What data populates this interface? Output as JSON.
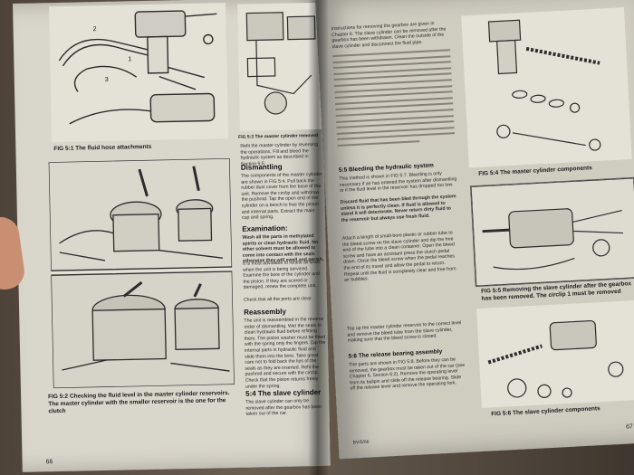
{
  "left_page": {
    "page_number": "66",
    "fig1_caption": "FIG 5:1 The fluid hose attachments",
    "fig2_caption": "FIG 5:2 Checking the fluid level in the master cylinder reservoirs. The master cylinder with the smaller reservoir is the one for the clutch",
    "fig3_caption": "FIG 5:3 The master cylinder removed",
    "col_intro": "Refit the master cylinder by reversing the operations. Fill and bleed the hydraulic system as described in Section 5:5.",
    "heading_dismantling": "Dismantling",
    "col_dismantling": "The components of the master cylinder are shown in FIG 5:4. Pull back the rubber dust cover from the base of the unit. Remove the circlip and withdraw the pushrod. Tap the open end of the cylinder on a bench to free the piston and internal parts. Extract the main cup and spring.",
    "heading_examination": "Examination:",
    "col_examination": "Wash all the parts in methylated spirits or clean hydraulic fluid. No other solvent must be allowed to come into contact with the seals otherwise they will swell and perish.",
    "col_examination2": "It is most advisable to renew all seals when the unit is being serviced. Examine the bore of the cylinder and the piston. If they are scored or damaged, renew the complete unit.",
    "col_check": "Check that all the ports are clear.",
    "heading_reassembly": "Reassembly",
    "col_reassembly": "The unit is reassembled in the reverse order of dismantling. Wet the seals in clean hydraulic fluid before refitting them. The piston washer must be fitted with the spring only the fingers. Dip the internal parts in hydraulic fluid and slide them into the bore. Take great care not to fold back the lips of the seals as they are inserted. Refit the pushrod and secure with the circlip. Check that the piston returns freely under the spring.",
    "heading_slave": "5:4 The slave cylinder",
    "col_slave": "The slave cylinder can only be removed after the gearbox has been taken out of the car."
  },
  "right_page": {
    "page_number": "67",
    "col_intro": "Instructions for removing the gearbox are given in Chapter 6. The slave cylinder can be removed after the gearbox has been withdrawn. Clean the outside of the slave cylinder and disconnect the fluid pipe.",
    "heading_bleeding": "5:5 Bleeding the hydraulic system",
    "col_bleeding": "This method is shown in FIG 5:7. Bleeding is only necessary if air has entered the system after dismantling or if the fluid level in the reservoir has dropped too low.",
    "col_warning": "Discard fluid that has been bled through the system unless it is perfectly clean. If fluid is allowed to stand it will deteriorate. Never return dirty fluid to the reservoir but always use fresh fluid.",
    "col_procedure": "Attach a length of small-bore plastic or rubber tube to the bleed screw on the slave cylinder and dip the free end of the tube into a clean container. Open the bleed screw and have an assistant press the clutch pedal down. Close the bleed screw when the pedal reaches the end of its travel and allow the pedal to return. Repeat until the fluid is completely clear and free from air bubbles.",
    "col_topup": "Top up the master cylinder reservoir to the correct level and remove the bleed tube from the slave cylinder, making sure that the bleed screw is closed.",
    "heading_release": "5:6 The release bearing assembly",
    "col_release": "The parts are shown in FIG 5:8. Before they can be removed, the gearbox must be taken out of the car (see Chapter 6, Section 6:2). Remove the operating lever from its ballpin and slide off the release bearing. Slide off the release lever and remove the operating fork.",
    "fig4_caption": "FIG 5:4 The master cylinder components",
    "fig5_caption": "FIG 5:5 Removing the slave cylinder after the gearbox has been removed. The circlip 1 must be removed",
    "fig6_caption": "FIG 5:6 The slave cylinder components",
    "footer_label": "BV/5/66"
  }
}
